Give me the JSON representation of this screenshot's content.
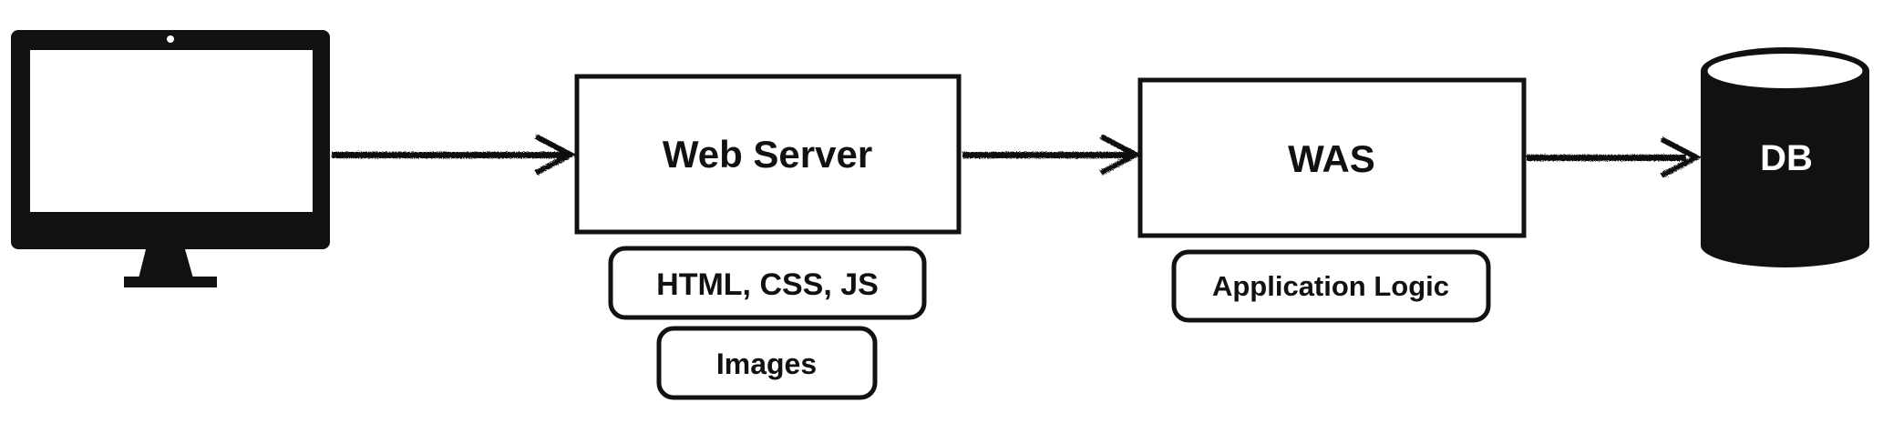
{
  "diagram": {
    "client": {
      "icon": "monitor-icon"
    },
    "web_server": {
      "label": "Web Server",
      "tags": [
        "HTML, CSS, JS",
        "Images"
      ]
    },
    "was": {
      "label": "WAS",
      "tags": [
        "Application Logic"
      ]
    },
    "db": {
      "label": "DB",
      "icon": "database-cylinder-icon"
    },
    "arrows": [
      {
        "from": "client",
        "to": "web_server"
      },
      {
        "from": "web_server",
        "to": "was"
      },
      {
        "from": "was",
        "to": "db"
      }
    ]
  },
  "colors": {
    "stroke": "#111111",
    "fill": "#111111",
    "background": "#ffffff"
  }
}
